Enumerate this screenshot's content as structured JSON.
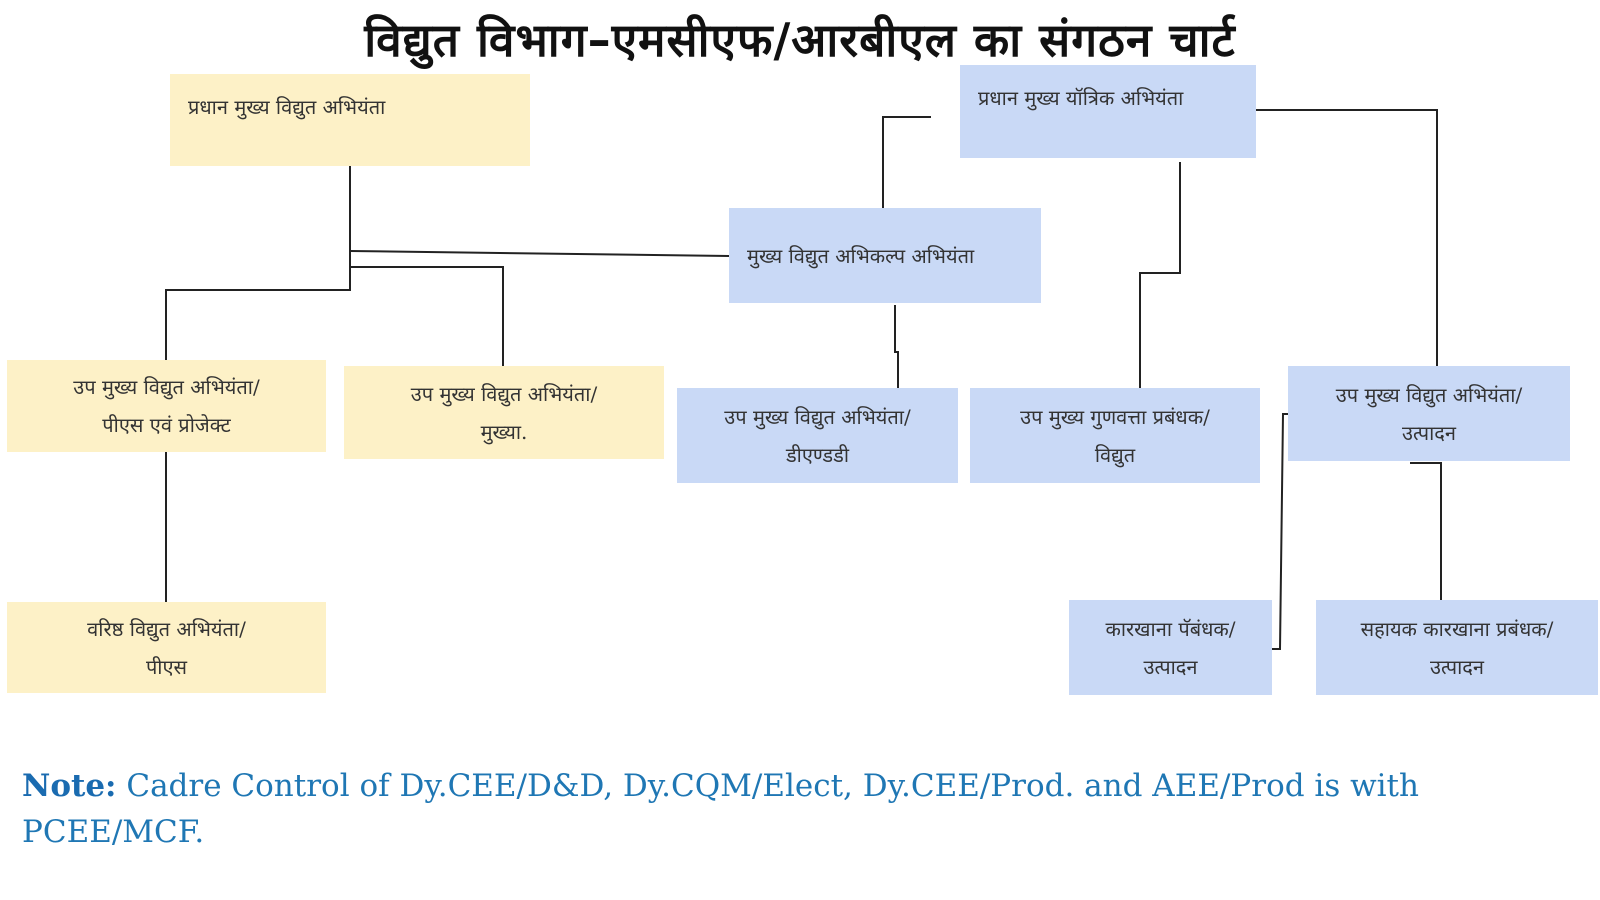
{
  "title": "विद्युत विभाग–एमसीएफ/आरबीएल का संगठन चार्ट",
  "colors": {
    "electrical_box": "#fdf1c7",
    "mechanical_box": "#c9d9f6",
    "note_text": "#1f77b4",
    "connector": "#222222"
  },
  "boxes": {
    "pcee": {
      "line1": "प्रधान मुख्य विद्युत अभियंता"
    },
    "pcme": {
      "line1": "प्रधान मुख्य यॉत्रिक अभियंता"
    },
    "cede": {
      "line1": "मुख्य विद्युत अभिकल्प अभियंता"
    },
    "dycee_ps": {
      "line1": "उप मुख्य विद्युत अभियंता/",
      "line2": "पीएस एवं प्रोजेक्ट"
    },
    "dycee_hq": {
      "line1": "उप मुख्य विद्युत अभियंता/",
      "line2": "मुख्या."
    },
    "dycee_dd": {
      "line1": "उप मुख्य विद्युत अभियंता/",
      "line2": "डीएण्डडी"
    },
    "dycqm": {
      "line1": "उप मुख्य गुणवत्ता प्रबंधक/",
      "line2": "विद्युत"
    },
    "dycee_prod": {
      "line1": "उप मुख्य विद्युत अभियंता/",
      "line2": "उत्पादन"
    },
    "see_ps": {
      "line1": "वरिष्ठ विद्युत अभियंता/",
      "line2": "पीएस"
    },
    "wm_prod": {
      "line1": "कारखाना पॅबंधक/",
      "line2": "उत्पादन"
    },
    "awm_prod": {
      "line1": "सहायक कारखाना प्रबंधक/",
      "line2": "उत्पादन"
    }
  },
  "note": {
    "label": "Note:",
    "text": " Cadre Control of Dy.CEE/D&D, Dy.CQM/Elect, Dy.CEE/Prod. and AEE/Prod is with PCEE/MCF."
  }
}
